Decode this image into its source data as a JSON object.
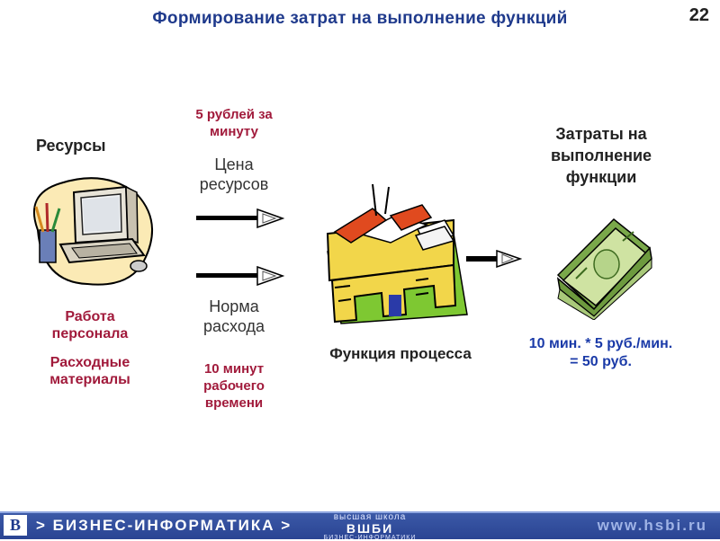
{
  "header": {
    "title": "Формирование затрат на выполнение функций",
    "page_number": "22"
  },
  "resources": {
    "heading": "Ресурсы",
    "item_line1": "Работа",
    "item_line2": "персонала",
    "item2_line1": "Расходные",
    "item2_line2": "материалы"
  },
  "price": {
    "value_line1": "5 рублей за",
    "value_line2": "минуту",
    "label_line1": "Цена",
    "label_line2": "ресурсов"
  },
  "norm": {
    "label_line1": "Норма",
    "label_line2": "расхода",
    "value_line1": "10 минут",
    "value_line2": "рабочего",
    "value_line3": "времени"
  },
  "function": {
    "label": "Функция процесса"
  },
  "costs": {
    "heading_line1": "Затраты на",
    "heading_line2": "выполнение",
    "heading_line3": "функции",
    "formula_line1": "10 мин. * 5 руб./мин.",
    "formula_line2": "= 50 руб."
  },
  "footer": {
    "logo": "В",
    "brand": "> БИЗНЕС-ИНФОРМАТИКА >",
    "school_line1": "высшая школа",
    "school_line2": "ВШБИ",
    "school_line3": "БИЗНЕС-ИНФОРМАТИКИ",
    "url": "www.hsbi.ru"
  },
  "colors": {
    "title": "#1f3a8c",
    "red_text": "#a11a3b",
    "blue_text": "#1a3aa8",
    "footer_bg": "#2f4c9c"
  },
  "icons": [
    "computer-clipart-icon",
    "desk-clipart-icon",
    "money-stack-icon",
    "arrow-icon"
  ]
}
